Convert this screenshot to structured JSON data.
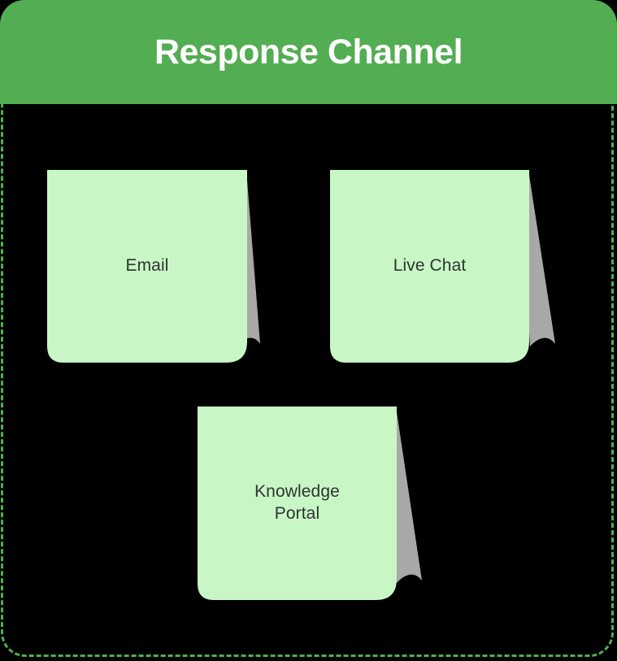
{
  "diagram": {
    "title": "Response Channel",
    "type": "sticky-note-group",
    "colors": {
      "header_background": "#53ad52",
      "header_text": "#ffffff",
      "canvas_background": "#000000",
      "frame_border": "#53ad52",
      "note_fill": "#c8f7c5",
      "note_curl": "#a8a8a8",
      "note_text": "#2f3233"
    },
    "frame": {
      "border_style": "dashed",
      "corner_radius": "30px"
    },
    "notes": [
      {
        "id": "email",
        "label": "Email"
      },
      {
        "id": "live-chat",
        "label": "Live Chat"
      },
      {
        "id": "knowledge-portal",
        "label": "Knowledge\nPortal"
      }
    ]
  }
}
